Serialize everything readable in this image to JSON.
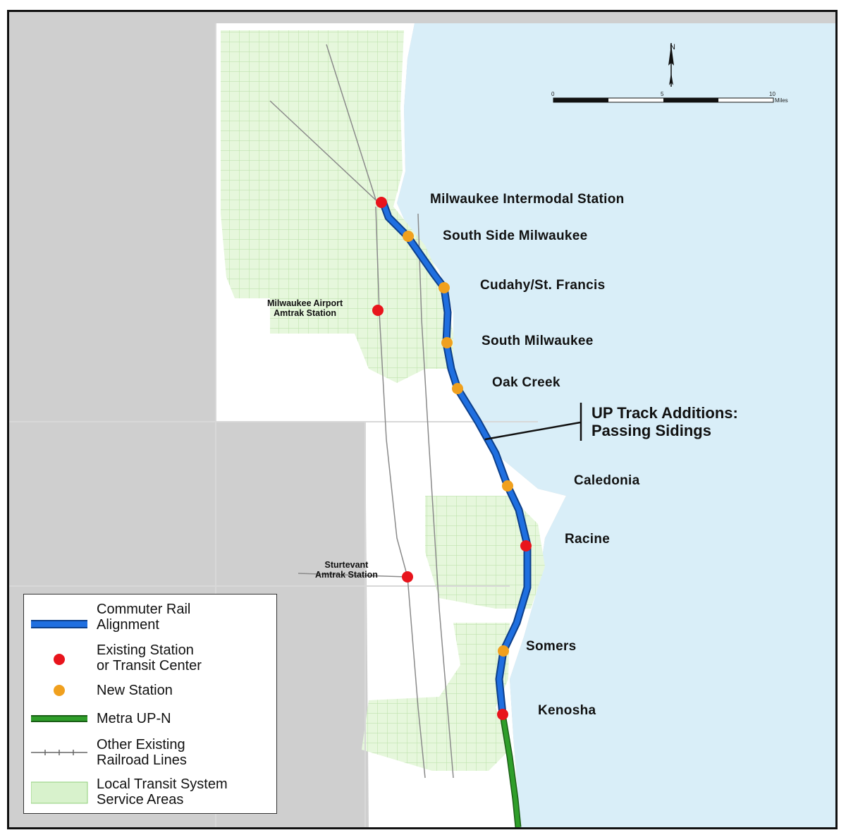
{
  "map": {
    "north_label": "N",
    "scale": {
      "ticks": [
        "0",
        "5",
        "10"
      ],
      "unit": "Miles"
    },
    "stations": [
      {
        "id": "milwaukee-intermodal",
        "name": "Milwaukee Intermodal Station",
        "kind": "existing"
      },
      {
        "id": "south-side-milwaukee",
        "name": "South Side Milwaukee",
        "kind": "new"
      },
      {
        "id": "cudahy-st-francis",
        "name": "Cudahy/St. Francis",
        "kind": "new"
      },
      {
        "id": "milwaukee-airport-amtrak",
        "name": "Milwaukee Airport\nAmtrak Station",
        "kind": "existing"
      },
      {
        "id": "south-milwaukee",
        "name": "South Milwaukee",
        "kind": "new"
      },
      {
        "id": "oak-creek",
        "name": "Oak Creek",
        "kind": "new"
      },
      {
        "id": "caledonia",
        "name": "Caledonia",
        "kind": "new"
      },
      {
        "id": "racine",
        "name": "Racine",
        "kind": "existing"
      },
      {
        "id": "sturtevant-amtrak",
        "name": "Sturtevant\nAmtrak Station",
        "kind": "existing"
      },
      {
        "id": "somers",
        "name": "Somers",
        "kind": "new"
      },
      {
        "id": "kenosha",
        "name": "Kenosha",
        "kind": "existing"
      }
    ],
    "callout": "UP Track Additions:\nPassing Sidings",
    "colors": {
      "water": "#d9eef8",
      "land_gray": "#cfcfcf",
      "land_white": "#ffffff",
      "service_area": "#d8f2cc",
      "commuter_rail": "#1f6fe0",
      "existing_station": "#e8141c",
      "new_station": "#f0a01e",
      "metra": "#2f9e2a"
    }
  },
  "legend": {
    "items": [
      {
        "id": "commuter-rail",
        "label": "Commuter Rail\nAlignment"
      },
      {
        "id": "existing-station",
        "label": "Existing Station\nor Transit Center"
      },
      {
        "id": "new-station",
        "label": "New Station"
      },
      {
        "id": "metra",
        "label": "Metra UP-N"
      },
      {
        "id": "other-rail",
        "label": "Other Existing\nRailroad Lines"
      },
      {
        "id": "service-area",
        "label": "Local Transit System\nService Areas"
      }
    ]
  }
}
